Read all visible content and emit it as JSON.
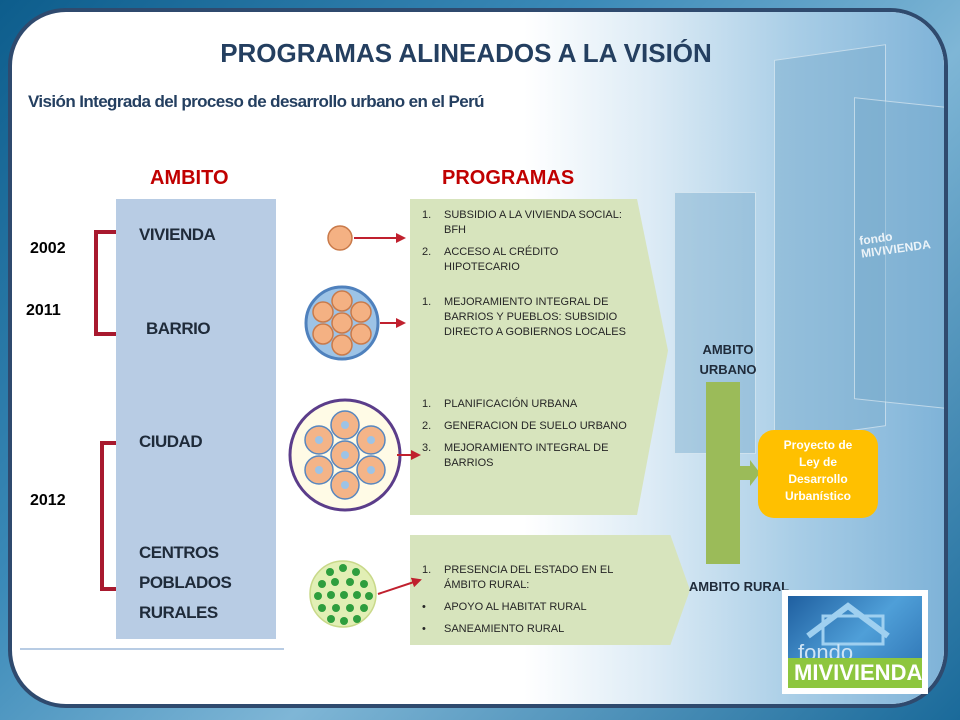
{
  "title": "PROGRAMAS ALINEADOS A LA VISIÓN",
  "subtitle": "Visión Integrada del proceso de desarrollo urbano en el Perú",
  "headers": {
    "ambito": "AMBITO",
    "programas": "PROGRAMAS"
  },
  "years": {
    "y2002": "2002",
    "y2011": "2011",
    "y2012": "2012"
  },
  "ambitos": {
    "vivienda": [
      "VIVIENDA"
    ],
    "barrio": [
      "BARRIO"
    ],
    "ciudad": [
      "CIUDAD"
    ],
    "centros": [
      "CENTROS",
      "POBLADOS",
      "RURALES"
    ]
  },
  "programs": {
    "vivienda": [
      {
        "marker": "1.",
        "text": "SUBSIDIO A LA VIVIENDA SOCIAL: BFH"
      },
      {
        "marker": "2.",
        "text": "ACCESO AL CRÉDITO HIPOTECARIO"
      }
    ],
    "barrio": [
      {
        "marker": "1.",
        "text": "MEJORAMIENTO INTEGRAL DE BARRIOS Y PUEBLOS: SUBSIDIO DIRECTO A GOBIERNOS LOCALES"
      }
    ],
    "ciudad": [
      {
        "marker": "1.",
        "text": "PLANIFICACIÓN URBANA"
      },
      {
        "marker": "2.",
        "text": "GENERACION DE SUELO URBANO"
      },
      {
        "marker": "3.",
        "text": "MEJORAMIENTO INTEGRAL DE BARRIOS"
      }
    ],
    "rural": [
      {
        "marker": "1.",
        "text": "PRESENCIA DEL ESTADO EN EL ÁMBITO RURAL:"
      },
      {
        "marker": "•",
        "text": "APOYO AL HABITAT RURAL"
      },
      {
        "marker": "•",
        "text": "SANEAMIENTO RURAL"
      }
    ]
  },
  "right": {
    "ambito_urbano": [
      "AMBITO",
      "URBANO"
    ],
    "ambito_rural": "AMBITO RURAL",
    "proyecto": [
      "Proyecto de",
      "Ley de",
      "Desarrollo",
      "Urbanístico"
    ]
  },
  "background": {
    "building_sign": [
      "fondo",
      "MIVIVIENDA"
    ]
  },
  "logo": {
    "line1": "fondo",
    "line2": "MIVIVIENDA"
  },
  "colors": {
    "title": "#243f60",
    "accent_red": "#c00000",
    "bracket": "#a8192e",
    "ambito_column": "#b8cce4",
    "program_box": "#d7e4bd",
    "green_bar": "#9bbb59",
    "proyecto": "#ffc000"
  }
}
